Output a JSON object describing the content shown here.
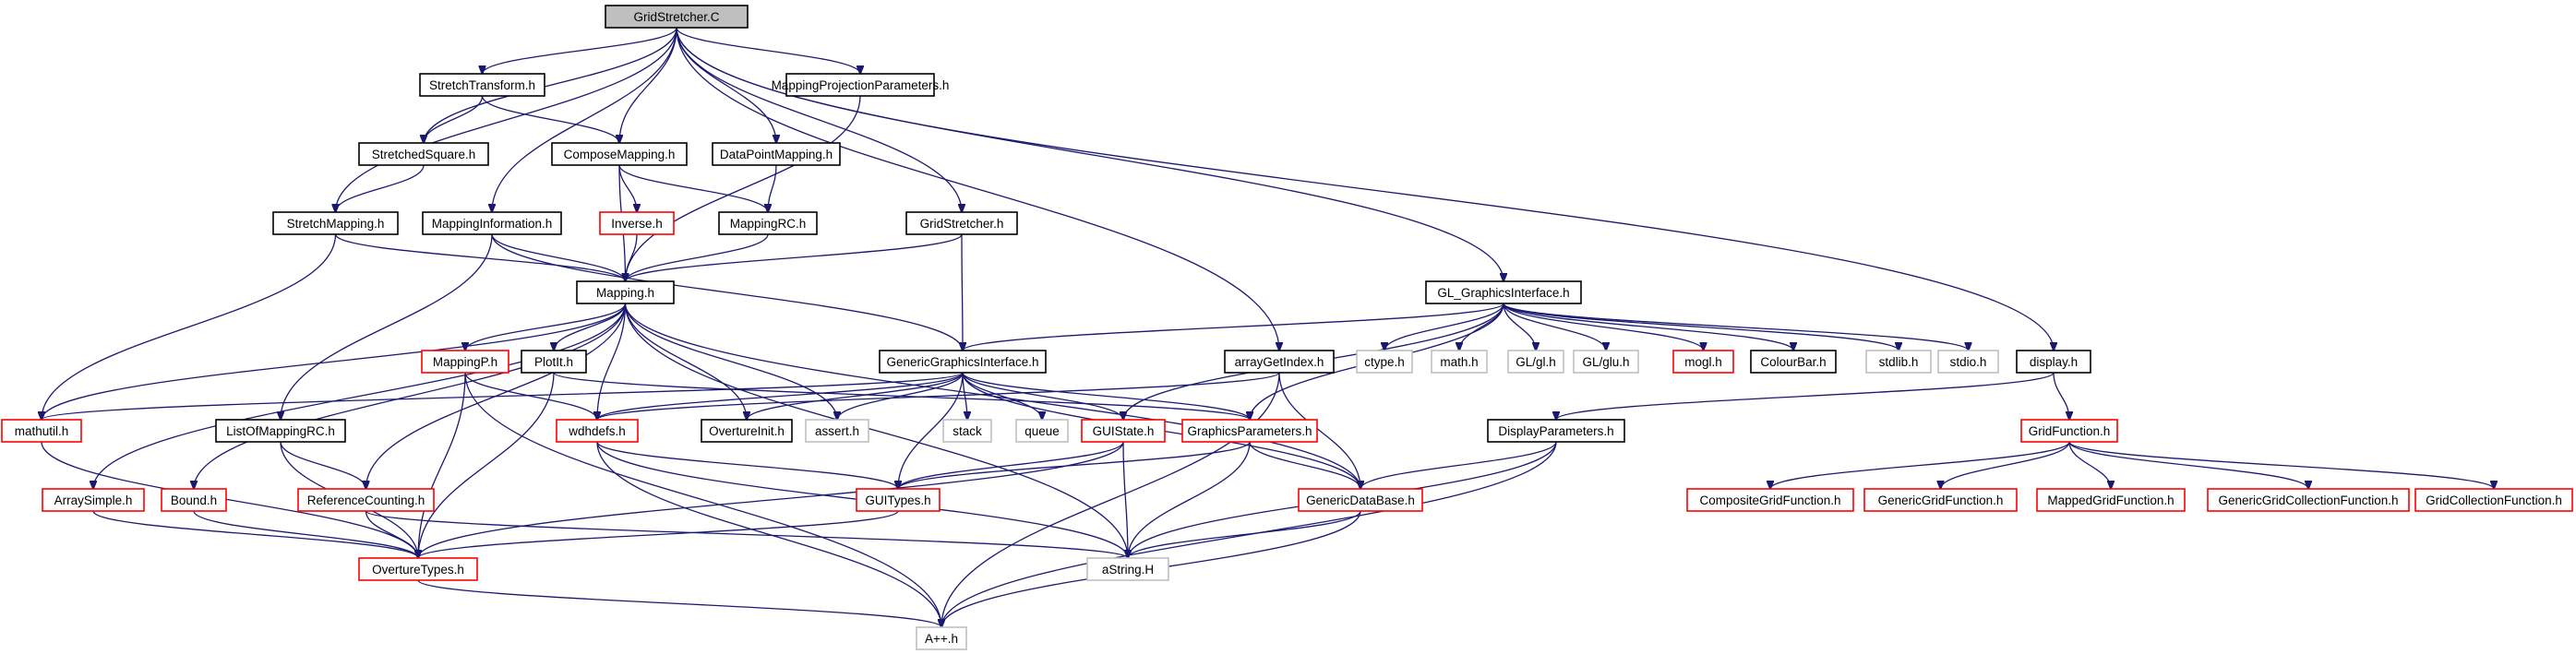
{
  "colors": {
    "edge": "#191970",
    "node_defined": "#000000",
    "node_undocumented": "#ff0000",
    "node_system": "#bfbfbf",
    "root_fill": "#bfbfbf",
    "background": "#ffffff"
  },
  "nodes": [
    {
      "id": "root",
      "label": "GridStretcher.C",
      "kind": "root"
    },
    {
      "id": "stretchTransform",
      "label": "StretchTransform.h",
      "kind": "defined"
    },
    {
      "id": "mappingProjection",
      "label": "MappingProjectionParameters.h",
      "kind": "defined"
    },
    {
      "id": "stretchedSquare",
      "label": "StretchedSquare.h",
      "kind": "defined"
    },
    {
      "id": "composeMapping",
      "label": "ComposeMapping.h",
      "kind": "defined"
    },
    {
      "id": "dataPointMapping",
      "label": "DataPointMapping.h",
      "kind": "defined"
    },
    {
      "id": "stretchMapping",
      "label": "StretchMapping.h",
      "kind": "defined"
    },
    {
      "id": "mappingInformation",
      "label": "MappingInformation.h",
      "kind": "defined"
    },
    {
      "id": "inverse",
      "label": "Inverse.h",
      "kind": "undocumented"
    },
    {
      "id": "mappingRC",
      "label": "MappingRC.h",
      "kind": "defined"
    },
    {
      "id": "gridStretcherH",
      "label": "GridStretcher.h",
      "kind": "defined"
    },
    {
      "id": "mapping",
      "label": "Mapping.h",
      "kind": "defined"
    },
    {
      "id": "glGraphics",
      "label": "GL_GraphicsInterface.h",
      "kind": "defined"
    },
    {
      "id": "mappingP",
      "label": "MappingP.h",
      "kind": "undocumented"
    },
    {
      "id": "plotIt",
      "label": "PlotIt.h",
      "kind": "defined"
    },
    {
      "id": "genericGraphics",
      "label": "GenericGraphicsInterface.h",
      "kind": "defined"
    },
    {
      "id": "arrayGetIndex",
      "label": "arrayGetIndex.h",
      "kind": "defined"
    },
    {
      "id": "ctype",
      "label": "ctype.h",
      "kind": "system"
    },
    {
      "id": "math",
      "label": "math.h",
      "kind": "system"
    },
    {
      "id": "glgl",
      "label": "GL/gl.h",
      "kind": "system"
    },
    {
      "id": "glglu",
      "label": "GL/glu.h",
      "kind": "system"
    },
    {
      "id": "mogl",
      "label": "mogl.h",
      "kind": "undocumented"
    },
    {
      "id": "colourBar",
      "label": "ColourBar.h",
      "kind": "defined"
    },
    {
      "id": "stdlib",
      "label": "stdlib.h",
      "kind": "system"
    },
    {
      "id": "stdio",
      "label": "stdio.h",
      "kind": "system"
    },
    {
      "id": "display",
      "label": "display.h",
      "kind": "defined"
    },
    {
      "id": "mathutil",
      "label": "mathutil.h",
      "kind": "undocumented"
    },
    {
      "id": "listOfMappingRC",
      "label": "ListOfMappingRC.h",
      "kind": "defined"
    },
    {
      "id": "wdhdefs",
      "label": "wdhdefs.h",
      "kind": "undocumented"
    },
    {
      "id": "overtureInit",
      "label": "OvertureInit.h",
      "kind": "defined"
    },
    {
      "id": "assert",
      "label": "assert.h",
      "kind": "system"
    },
    {
      "id": "stack",
      "label": "stack",
      "kind": "system"
    },
    {
      "id": "queue",
      "label": "queue",
      "kind": "system"
    },
    {
      "id": "guiState",
      "label": "GUIState.h",
      "kind": "undocumented"
    },
    {
      "id": "graphicsParameters",
      "label": "GraphicsParameters.h",
      "kind": "undocumented"
    },
    {
      "id": "displayParameters",
      "label": "DisplayParameters.h",
      "kind": "defined"
    },
    {
      "id": "gridFunction",
      "label": "GridFunction.h",
      "kind": "undocumented"
    },
    {
      "id": "arraySimple",
      "label": "ArraySimple.h",
      "kind": "undocumented"
    },
    {
      "id": "bound",
      "label": "Bound.h",
      "kind": "undocumented"
    },
    {
      "id": "referenceCounting",
      "label": "ReferenceCounting.h",
      "kind": "undocumented"
    },
    {
      "id": "guiTypes",
      "label": "GUITypes.h",
      "kind": "undocumented"
    },
    {
      "id": "genericDataBase",
      "label": "GenericDataBase.h",
      "kind": "undocumented"
    },
    {
      "id": "compositeGridFunction",
      "label": "CompositeGridFunction.h",
      "kind": "undocumented"
    },
    {
      "id": "genericGridFunction",
      "label": "GenericGridFunction.h",
      "kind": "undocumented"
    },
    {
      "id": "mappedGridFunction",
      "label": "MappedGridFunction.h",
      "kind": "undocumented"
    },
    {
      "id": "genericGridCollectionFunction",
      "label": "GenericGridCollectionFunction.h",
      "kind": "undocumented"
    },
    {
      "id": "gridCollectionFunction",
      "label": "GridCollectionFunction.h",
      "kind": "undocumented"
    },
    {
      "id": "overtureTypes",
      "label": "OvertureTypes.h",
      "kind": "undocumented"
    },
    {
      "id": "aString",
      "label": "aString.H",
      "kind": "system"
    },
    {
      "id": "app",
      "label": "A++.h",
      "kind": "system"
    }
  ],
  "edges": [
    [
      "root",
      "stretchTransform"
    ],
    [
      "root",
      "mappingProjection"
    ],
    [
      "root",
      "stretchedSquare"
    ],
    [
      "root",
      "composeMapping"
    ],
    [
      "root",
      "dataPointMapping"
    ],
    [
      "root",
      "stretchMapping"
    ],
    [
      "root",
      "mappingInformation"
    ],
    [
      "root",
      "gridStretcherH"
    ],
    [
      "root",
      "glGraphics"
    ],
    [
      "root",
      "arrayGetIndex"
    ],
    [
      "root",
      "display"
    ],
    [
      "stretchTransform",
      "stretchedSquare"
    ],
    [
      "stretchTransform",
      "composeMapping"
    ],
    [
      "mappingProjection",
      "mapping"
    ],
    [
      "stretchedSquare",
      "stretchMapping"
    ],
    [
      "composeMapping",
      "inverse"
    ],
    [
      "composeMapping",
      "mappingRC"
    ],
    [
      "composeMapping",
      "mapping"
    ],
    [
      "dataPointMapping",
      "mappingRC"
    ],
    [
      "stretchMapping",
      "mapping"
    ],
    [
      "stretchMapping",
      "mathutil"
    ],
    [
      "mappingInformation",
      "mapping"
    ],
    [
      "mappingInformation",
      "genericGraphics"
    ],
    [
      "mappingInformation",
      "listOfMappingRC"
    ],
    [
      "inverse",
      "mapping"
    ],
    [
      "mappingRC",
      "mapping"
    ],
    [
      "gridStretcherH",
      "mapping"
    ],
    [
      "gridStretcherH",
      "genericGraphics"
    ],
    [
      "mapping",
      "mathutil"
    ],
    [
      "mapping",
      "arraySimple"
    ],
    [
      "mapping",
      "bound"
    ],
    [
      "mapping",
      "referenceCounting"
    ],
    [
      "mapping",
      "mappingP"
    ],
    [
      "mapping",
      "plotIt"
    ],
    [
      "mapping",
      "wdhdefs"
    ],
    [
      "mapping",
      "overtureInit"
    ],
    [
      "mapping",
      "assert"
    ],
    [
      "mapping",
      "aString"
    ],
    [
      "mapping",
      "genericDataBase"
    ],
    [
      "glGraphics",
      "genericGraphics"
    ],
    [
      "glGraphics",
      "ctype"
    ],
    [
      "glGraphics",
      "math"
    ],
    [
      "glGraphics",
      "glgl"
    ],
    [
      "glGraphics",
      "glglu"
    ],
    [
      "glGraphics",
      "mogl"
    ],
    [
      "glGraphics",
      "colourBar"
    ],
    [
      "glGraphics",
      "stdlib"
    ],
    [
      "glGraphics",
      "stdio"
    ],
    [
      "glGraphics",
      "guiState"
    ],
    [
      "glGraphics",
      "graphicsParameters"
    ],
    [
      "genericGraphics",
      "mathutil"
    ],
    [
      "genericGraphics",
      "wdhdefs"
    ],
    [
      "genericGraphics",
      "overtureInit"
    ],
    [
      "genericGraphics",
      "assert"
    ],
    [
      "genericGraphics",
      "stack"
    ],
    [
      "genericGraphics",
      "queue"
    ],
    [
      "genericGraphics",
      "guiState"
    ],
    [
      "genericGraphics",
      "graphicsParameters"
    ],
    [
      "genericGraphics",
      "guiTypes"
    ],
    [
      "genericGraphics",
      "genericDataBase"
    ],
    [
      "arrayGetIndex",
      "wdhdefs"
    ],
    [
      "arrayGetIndex",
      "genericDataBase"
    ],
    [
      "arrayGetIndex",
      "app"
    ],
    [
      "display",
      "displayParameters"
    ],
    [
      "display",
      "gridFunction"
    ],
    [
      "mappingP",
      "wdhdefs"
    ],
    [
      "mappingP",
      "overtureTypes"
    ],
    [
      "mappingP",
      "app"
    ],
    [
      "plotIt",
      "graphicsParameters"
    ],
    [
      "plotIt",
      "overtureTypes"
    ],
    [
      "mathutil",
      "overtureTypes"
    ],
    [
      "listOfMappingRC",
      "referenceCounting"
    ],
    [
      "listOfMappingRC",
      "overtureTypes"
    ],
    [
      "wdhdefs",
      "guiTypes"
    ],
    [
      "wdhdefs",
      "aString"
    ],
    [
      "wdhdefs",
      "app"
    ],
    [
      "guiState",
      "guiTypes"
    ],
    [
      "guiState",
      "aString"
    ],
    [
      "guiState",
      "overtureTypes"
    ],
    [
      "graphicsParameters",
      "guiTypes"
    ],
    [
      "graphicsParameters",
      "genericDataBase"
    ],
    [
      "graphicsParameters",
      "aString"
    ],
    [
      "displayParameters",
      "genericDataBase"
    ],
    [
      "displayParameters",
      "aString"
    ],
    [
      "displayParameters",
      "app"
    ],
    [
      "gridFunction",
      "compositeGridFunction"
    ],
    [
      "gridFunction",
      "genericGridFunction"
    ],
    [
      "gridFunction",
      "mappedGridFunction"
    ],
    [
      "gridFunction",
      "genericGridCollectionFunction"
    ],
    [
      "gridFunction",
      "gridCollectionFunction"
    ],
    [
      "arraySimple",
      "overtureTypes"
    ],
    [
      "bound",
      "overtureTypes"
    ],
    [
      "referenceCounting",
      "overtureTypes"
    ],
    [
      "referenceCounting",
      "aString"
    ],
    [
      "guiTypes",
      "overtureTypes"
    ],
    [
      "genericDataBase",
      "aString"
    ],
    [
      "genericDataBase",
      "app"
    ],
    [
      "overtureTypes",
      "app"
    ]
  ]
}
